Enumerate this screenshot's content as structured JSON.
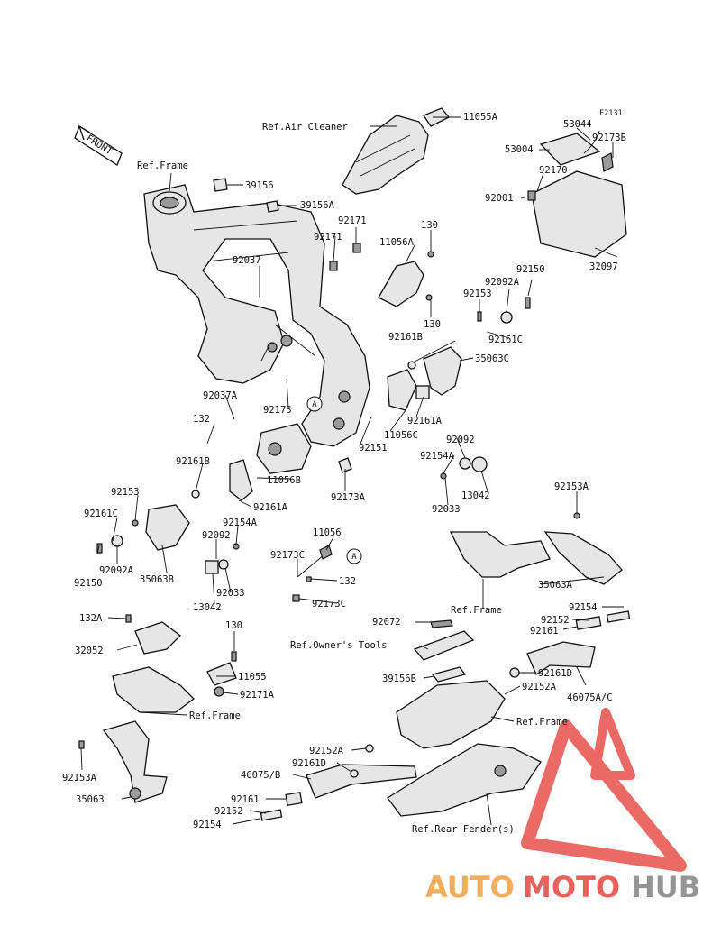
{
  "diagram_code": "F2131",
  "front_arrow": "FRONT",
  "marker_a": "A",
  "refs": {
    "air_cleaner": "Ref.Air Cleaner",
    "frame_top": "Ref.Frame",
    "frame_mid": "Ref.Frame",
    "frame_left": "Ref.Frame",
    "frame_right": "Ref.Frame",
    "owners_tools": "Ref.Owner's Tools",
    "rear_fender": "Ref.Rear Fender(s)"
  },
  "parts": {
    "p11055A": "11055A",
    "p53044": "53044",
    "p92173B": "92173B",
    "p53004": "53004",
    "p92170": "92170",
    "p92001": "92001",
    "p32097": "32097",
    "p39156": "39156",
    "p39156A": "39156A",
    "p92171a": "92171",
    "p92171b": "92171",
    "p130a": "130",
    "p11056A": "11056A",
    "p92037": "92037",
    "p92150a": "92150",
    "p92092A_r": "92092A",
    "p92153_r": "92153",
    "p130b": "130",
    "p92161C_r": "92161C",
    "p92161B_r": "92161B",
    "p35063C": "35063C",
    "p92037A": "92037A",
    "p92173": "92173",
    "p92161A_r": "92161A",
    "p132a": "132",
    "p11056C": "11056C",
    "p92151": "92151",
    "p92092_r": "92092",
    "p92154A_r": "92154A",
    "p92161B_l": "92161B",
    "p11056B": "11056B",
    "p13042_r": "13042",
    "p92173A": "92173A",
    "p92033_r": "92033",
    "p92153_l": "92153",
    "p92161A_l": "92161A",
    "p92153A_r": "92153A",
    "p92161C_l": "92161C",
    "p92154A_l": "92154A",
    "p11056": "11056",
    "p92092_l": "92092",
    "p92173C_a": "92173C",
    "p92092A_l": "92092A",
    "p92150b": "92150",
    "p35063B": "35063B",
    "p132b": "132",
    "p35063A": "35063A",
    "p92033_l": "92033",
    "p13042_l": "13042",
    "p92173C_b": "92173C",
    "p92154": "92154",
    "p132A": "132A",
    "p92072": "92072",
    "p92152_r": "92152",
    "p92161_r": "92161",
    "p130c": "130",
    "p32052": "32052",
    "p11055": "11055",
    "p92161D_r": "92161D",
    "p39156B": "39156B",
    "p92152A_r": "92152A",
    "p46075AC": "46075A/C",
    "p92171A": "92171A",
    "p92153A_l": "92153A",
    "p92152A_l": "92152A",
    "p92161D_l": "92161D",
    "p46075B": "46075/B",
    "p35063": "35063",
    "p92161_l": "92161",
    "p92152_l": "92152",
    "p92154_l": "92154"
  },
  "watermark": {
    "part1": "AUTO",
    "part2": "MOTO",
    "part3": "HUB"
  },
  "colors": {
    "watermark_red": "#e8504a",
    "watermark_orange": "#f3a54a",
    "watermark_gray": "#8a8a8a"
  }
}
